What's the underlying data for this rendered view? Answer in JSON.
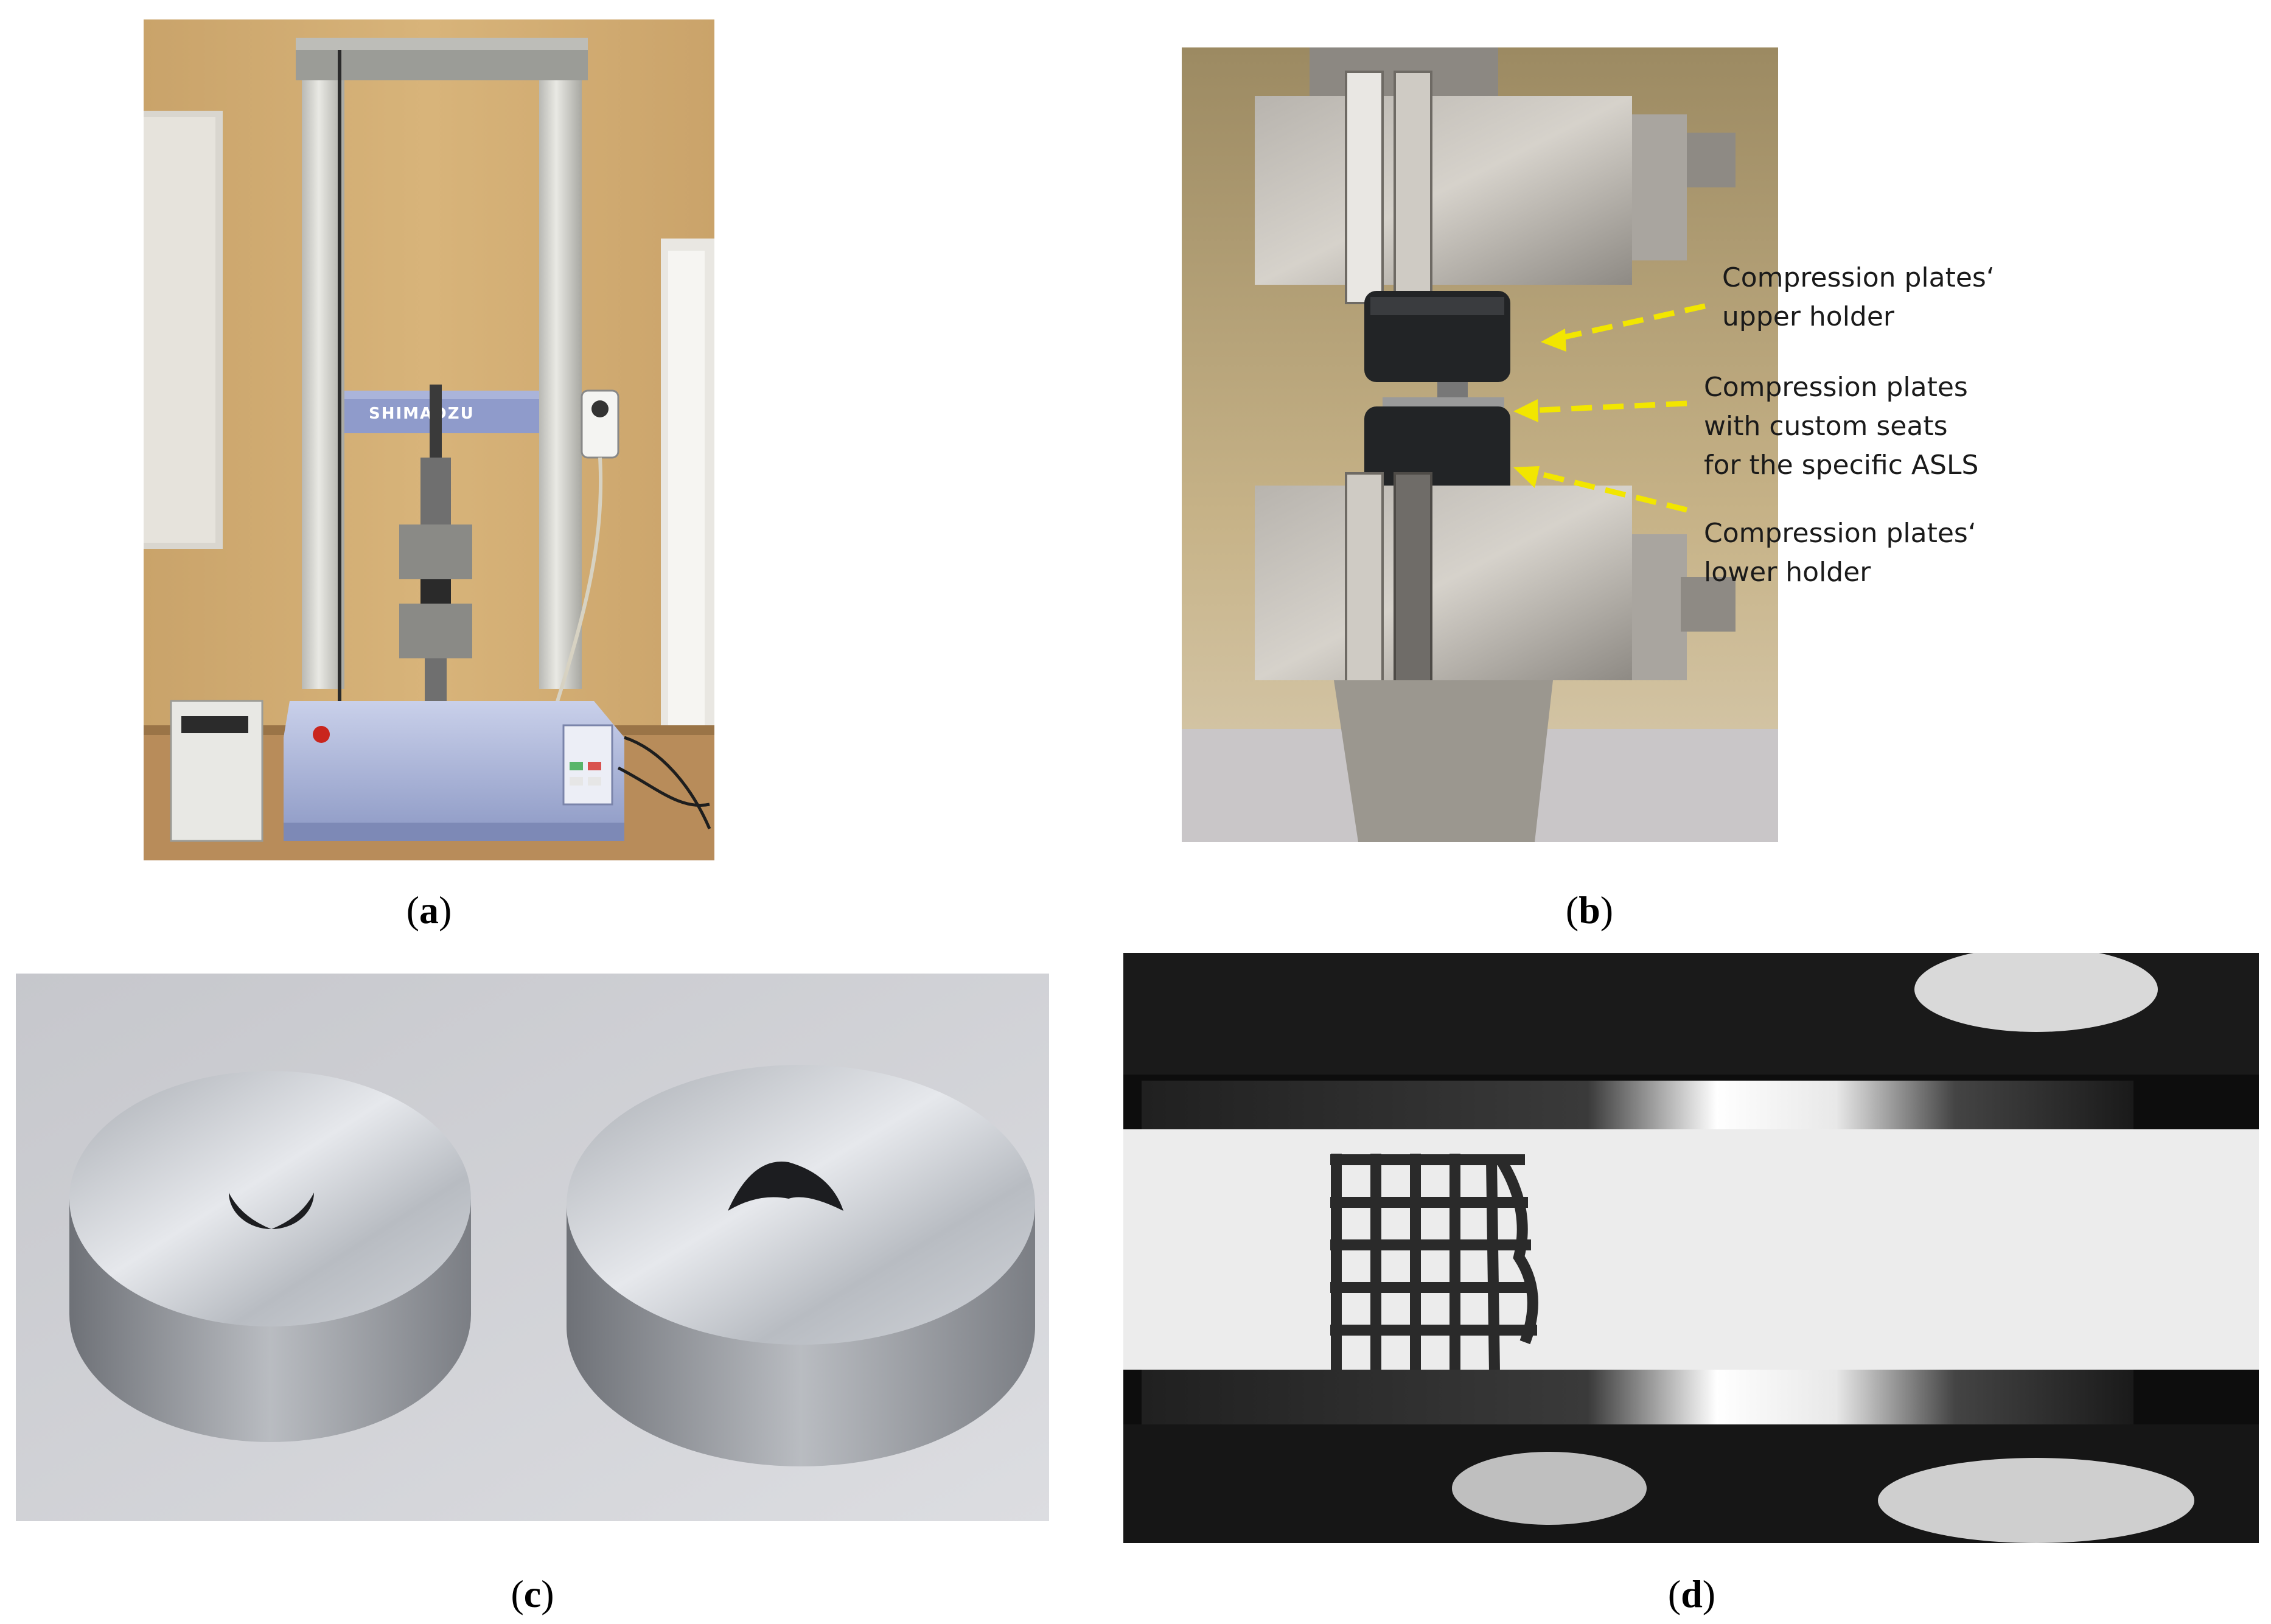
{
  "panels": [
    {
      "id": "a",
      "label": "a"
    },
    {
      "id": "b",
      "label": "b"
    },
    {
      "id": "c",
      "label": "c"
    },
    {
      "id": "d",
      "label": "d"
    }
  ],
  "panel_a": {
    "brand": "SHIMADZU"
  },
  "panel_b": {
    "annotations": [
      {
        "line1": "Compression plates‘",
        "line2": "upper holder",
        "line3": ""
      },
      {
        "line1": "Compression plates",
        "line2": "with custom seats",
        "line3": "for the specific ASLS"
      },
      {
        "line1": "Compression plates‘",
        "line2": "lower holder",
        "line3": ""
      }
    ],
    "arrow_color": "#f2e600"
  }
}
